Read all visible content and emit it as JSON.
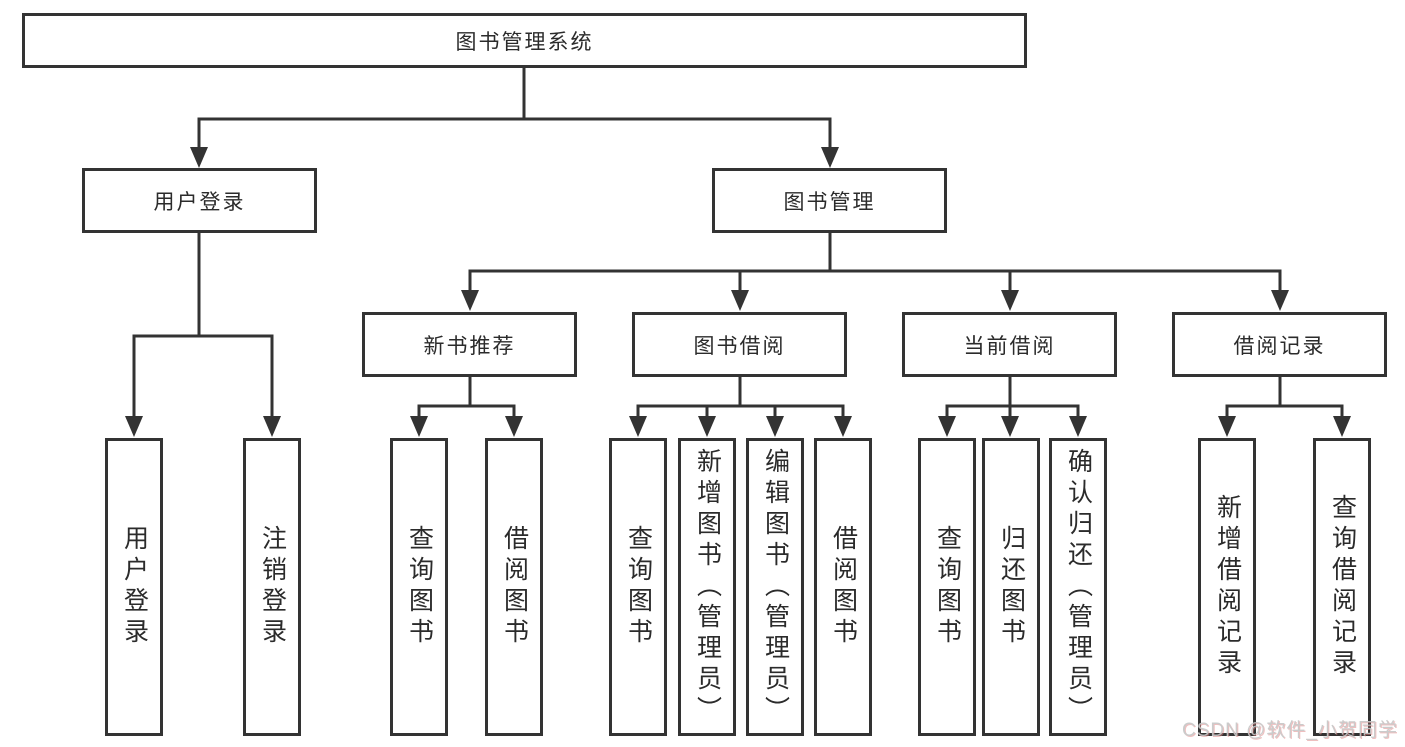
{
  "tree": {
    "root": {
      "label": "图书管理系统",
      "children": [
        {
          "label": "用户登录",
          "children": [
            {
              "label": "用户登录"
            },
            {
              "label": "注销登录"
            }
          ]
        },
        {
          "label": "图书管理",
          "children": [
            {
              "label": "新书推荐",
              "children": [
                {
                  "label": "查询图书"
                },
                {
                  "label": "借阅图书"
                }
              ]
            },
            {
              "label": "图书借阅",
              "children": [
                {
                  "label": "查询图书"
                },
                {
                  "label": "新增图书（管理员）"
                },
                {
                  "label": "编辑图书（管理员）"
                },
                {
                  "label": "借阅图书"
                }
              ]
            },
            {
              "label": "当前借阅",
              "children": [
                {
                  "label": "查询图书"
                },
                {
                  "label": "归还图书"
                },
                {
                  "label": "确认归还（管理员）"
                }
              ]
            },
            {
              "label": "借阅记录",
              "children": [
                {
                  "label": "新增借阅记录"
                },
                {
                  "label": "查询借阅记录"
                }
              ]
            }
          ]
        }
      ]
    }
  },
  "watermark": {
    "text": "CSDN @软件_小贺同学"
  },
  "colors": {
    "background": "#ffffff",
    "box_border": "#333333",
    "connector_line": "#333333",
    "text": "#2b2b2b",
    "watermark_text": "#c7c7c7"
  }
}
